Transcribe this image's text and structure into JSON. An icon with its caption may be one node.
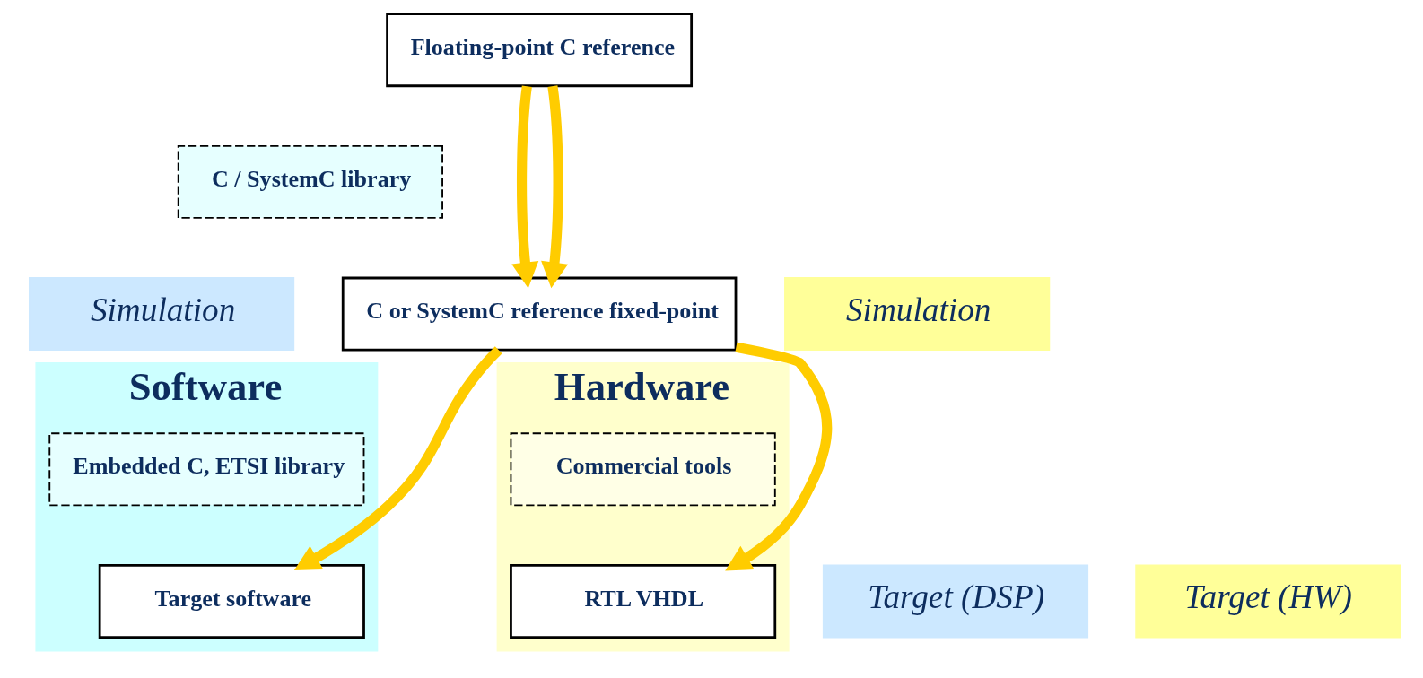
{
  "diagram": {
    "nodes": [
      {
        "text": [
          "Floating-point C reference"
        ]
      },
      {
        "text": [
          "Software"
        ]
      },
      {
        "text": [
          "Hardware"
        ]
      },
      {
        "text": [
          "C / SystemC library"
        ]
      },
      {
        "text": [
          "Simulation"
        ]
      },
      {
        "text": [
          "Simulation"
        ]
      },
      {
        "text": [
          "C or SystemC reference fixed-point"
        ]
      },
      {
        "text": [
          "Embedded C, ETSI library"
        ],
        "in": 1
      },
      {
        "text": [
          "Commercial tools"
        ],
        "in": 2
      },
      {
        "text": [
          "Target (DSP)"
        ]
      },
      {
        "text": [
          "Target (HW)"
        ]
      },
      {
        "text": [
          "Target software"
        ],
        "in": 1
      },
      {
        "text": [
          "RTL VHDL"
        ],
        "in": 2
      }
    ],
    "edges": [
      {
        "from": 0,
        "to": 6,
        "arrow": "to"
      },
      {
        "from": 0,
        "to": 6,
        "arrow": "to"
      },
      {
        "from": 6,
        "to": 11,
        "arrow": "to"
      },
      {
        "from": 6,
        "to": 12,
        "arrow": "to"
      }
    ]
  }
}
